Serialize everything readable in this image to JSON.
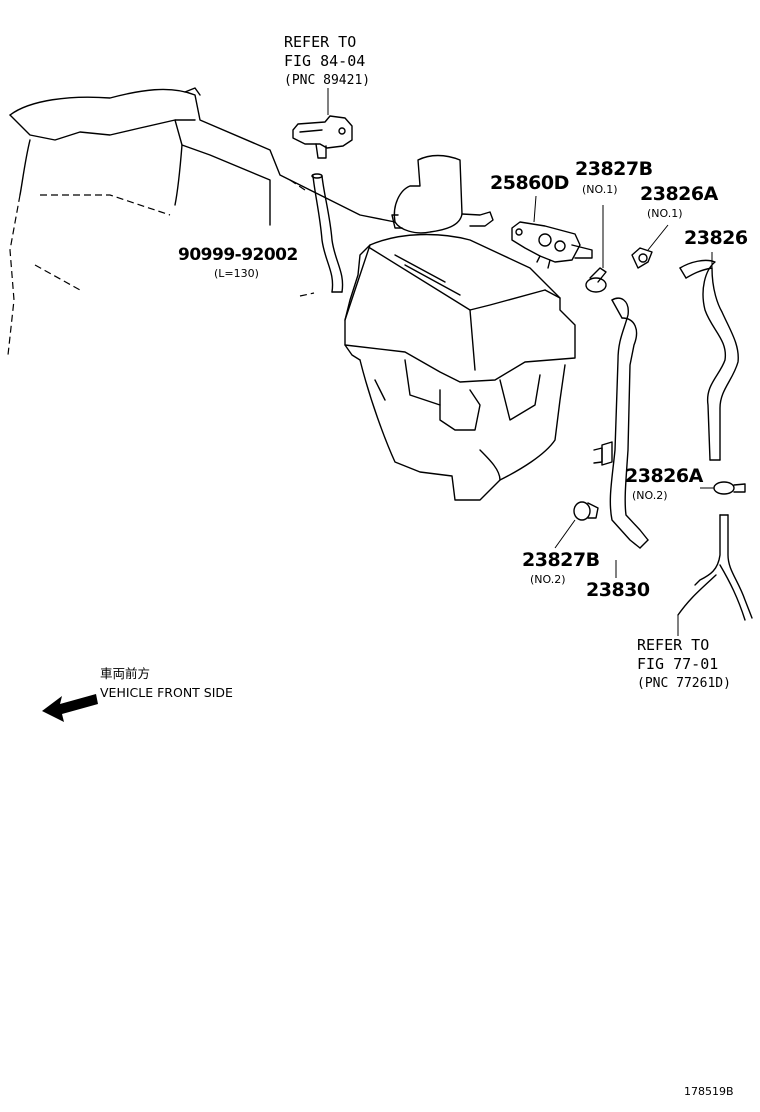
{
  "refs": {
    "top": {
      "line1": "REFER TO",
      "line2": "FIG 84-04",
      "line3": "(PNC 89421)"
    },
    "bottom": {
      "line1": "REFER TO",
      "line2": "FIG 77-01",
      "line3": "(PNC 77261D)"
    }
  },
  "parts": {
    "p90999": {
      "number": "90999-92002",
      "note": "(L=130)"
    },
    "p25860D": {
      "number": "25860D"
    },
    "p23827B_1": {
      "number": "23827B",
      "note": "(NO.1)"
    },
    "p23826A_1": {
      "number": "23826A",
      "note": "(NO.1)"
    },
    "p23826": {
      "number": "23826"
    },
    "p23826A_2": {
      "number": "23826A",
      "note": "(NO.2)"
    },
    "p23827B_2": {
      "number": "23827B",
      "note": "(NO.2)"
    },
    "p23830": {
      "number": "23830"
    }
  },
  "orientation": {
    "japanese": "車両前方",
    "english": "VEHICLE FRONT SIDE"
  },
  "figure_id": "178519B"
}
